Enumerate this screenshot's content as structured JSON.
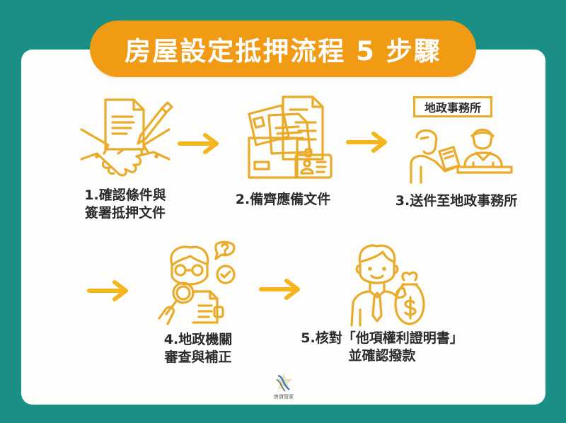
{
  "title": "房屋設定抵押流程 5 步驟",
  "colors": {
    "background": "#1b8f85",
    "card": "#fdfdfb",
    "accent": "#f09b13",
    "icon_stroke": "#ebab2a",
    "arrow": "#f5b51c",
    "text": "#2b2b2b"
  },
  "steps": [
    {
      "number": "1",
      "line1": "1.確認條件與",
      "line2": "簽署抵押文件",
      "icon": "handshake-contract-icon"
    },
    {
      "number": "2",
      "line1": "2.備齊應備文件",
      "line2": "",
      "icon": "documents-folder-icon"
    },
    {
      "number": "3",
      "line1": "3.送件至地政事務所",
      "line2": "",
      "icon": "office-counter-icon",
      "sign": "地政事務所"
    },
    {
      "number": "4",
      "line1": "4.地政機關",
      "line2": "審查與補正",
      "icon": "inspector-magnifier-icon"
    },
    {
      "number": "5",
      "line1": "5.核對「他項權利證明書」",
      "line2": "並確認撥款",
      "icon": "man-moneybag-icon"
    }
  ],
  "logo": {
    "text": "房貸管家"
  }
}
